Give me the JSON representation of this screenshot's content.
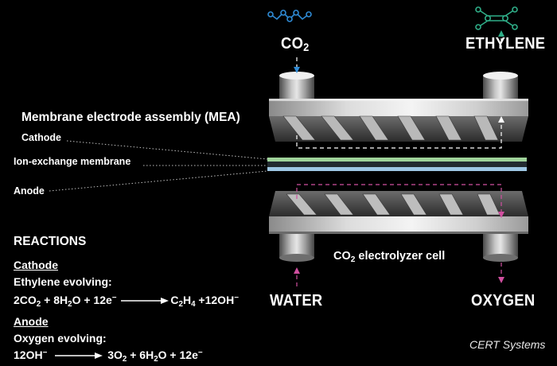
{
  "molecules": {
    "co2_icon": "co2-molecule-icon",
    "ethylene_icon": "ethylene-molecule-icon"
  },
  "labels": {
    "co2": "CO",
    "co2_sub": "2",
    "ethylene": "ETHYLENE",
    "water": "WATER",
    "oxygen": "OXYGEN",
    "mea_title": "Membrane electrode assembly (MEA)",
    "cathode": "Cathode",
    "membrane": "Ion-exchange membrane",
    "anode": "Anode",
    "cell_prefix": "CO",
    "cell_sub": "2",
    "cell_suffix": " electrolyzer cell"
  },
  "reactions": {
    "heading": "REACTIONS",
    "cathode_label": "Cathode",
    "cathode_desc": "Ethylene evolving:",
    "anode_label": "Anode",
    "anode_desc": "Oxygen evolving:"
  },
  "credit": "CERT Systems",
  "colors": {
    "co2_molecule": "#2f8bd6",
    "ethylene_molecule": "#2fae88",
    "membrane_green": "#9fd39a",
    "membrane_blue": "#9ec7e4",
    "cathode_flow": "#ffffff",
    "anode_flow": "#d14fa0"
  }
}
